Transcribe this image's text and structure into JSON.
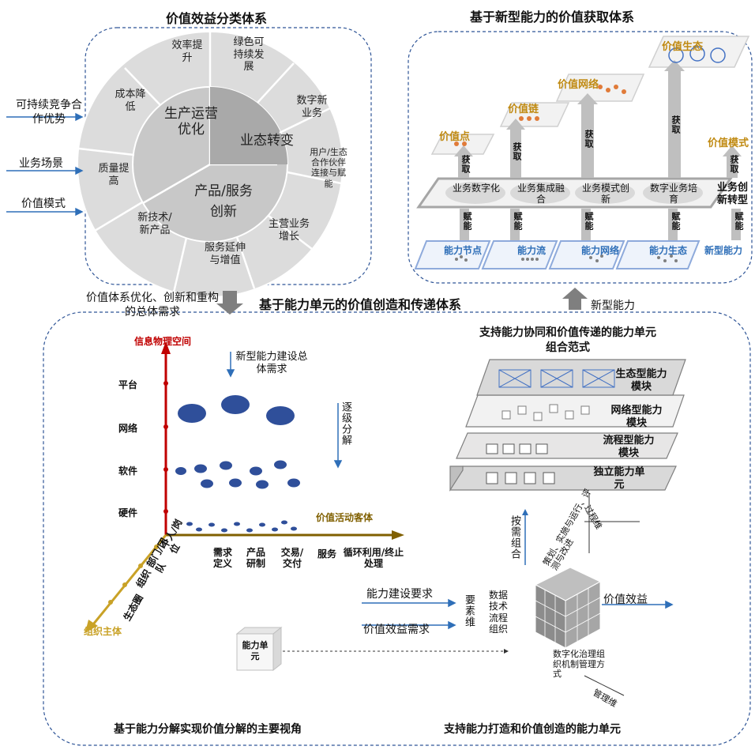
{
  "top_left": {
    "title": "价值效益分类体系",
    "inputs": [
      "可持续竞争合作优势",
      "业务场景",
      "价值模式"
    ],
    "inner": [
      "生产运营优化",
      "业态转变",
      "产品/服务创新"
    ],
    "outer": [
      "效率提升",
      "绿色可持续发展",
      "数字新业务",
      "用户/生态合作伙伴连接与赋能",
      "主营业务增长",
      "服务延伸与增值",
      "新技术/新产品",
      "质量提高",
      "成本降低"
    ],
    "bottom_note": "价值体系优化、创新和重构的总体需求"
  },
  "top_right": {
    "title": "基于新型能力的价值获取体系",
    "levels": [
      "价值点",
      "价值链",
      "价值网络",
      "价值生态"
    ],
    "acquire": "获取",
    "value_mode": "价值模式",
    "business": [
      "业务数字化",
      "业务集成融合",
      "业务模式创新",
      "数字业务培育"
    ],
    "business_label": "业务创新转型",
    "empower": "赋能",
    "capabilities": [
      "能力节点",
      "能力流",
      "能力网络",
      "能力生态"
    ],
    "new_capability": "新型能力",
    "up_note": "新型能力"
  },
  "middle_title": "基于能力单元的价值创造和传递体系",
  "bottom_left": {
    "axis_z": "信息物理空间",
    "levels": [
      "平台",
      "网络",
      "软件",
      "硬件"
    ],
    "axis_x": "价值活动客体",
    "x_ticks": [
      "需求定义",
      "产品研制",
      "交易/交付",
      "服务",
      "循环利用/终止处理"
    ],
    "axis_y": "组织主体",
    "y_ticks": [
      "个人/岗位",
      "部门/团队",
      "组织",
      "生态圈"
    ],
    "note_top": "新型能力建设总体需求",
    "note_side": "逐级分解",
    "caption": "基于能力分解实现价值分解的主要视角"
  },
  "bottom_right": {
    "title": "支持能力协同和价值传递的能力单元组合范式",
    "modules": [
      "生态型能力模块",
      "网络型能力模块",
      "流程型能力模块",
      "独立能力单元"
    ],
    "by_need": "按需组合",
    "process_dim": "过程维",
    "process_desc": "策划、实施与运行、评测与改进",
    "element_dim": "要素维",
    "element_desc": "数据技术流程组织",
    "gov_dim": "管理维",
    "gov_desc": "数字化治理组织机制管理方式",
    "inputs": [
      "能力建设要求",
      "价值效益需求"
    ],
    "output": "价值效益",
    "unit": "能力单元",
    "caption": "支持能力打造和价值创造的能力单元"
  },
  "colors": {
    "red": "#c00000",
    "gold": "#c08a12",
    "blue": "#2f6fb8"
  }
}
